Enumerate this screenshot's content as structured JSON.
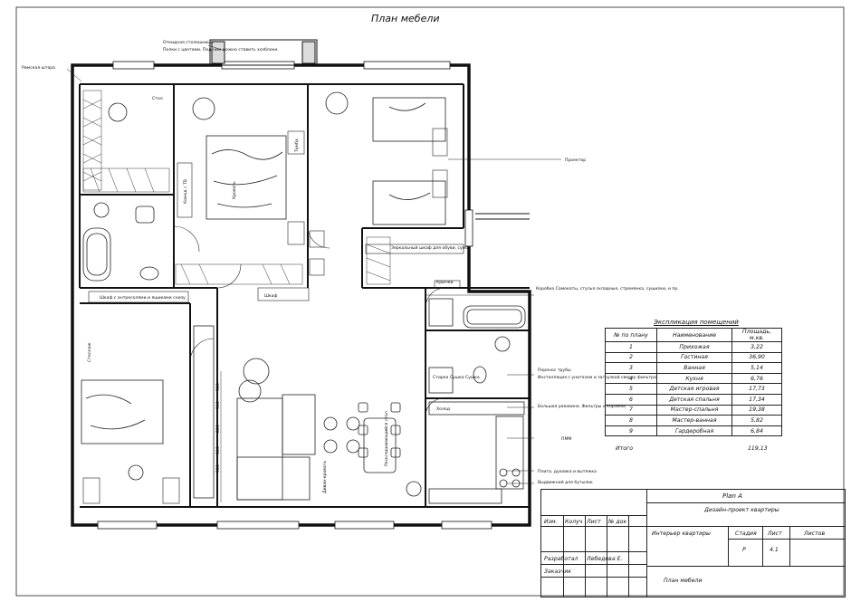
{
  "title": "План мебели",
  "plan_labels": {
    "roman_blind": "Римская штора",
    "folding_tabletop": "Откидная столешница",
    "shelves": "Полки с цветами. Под ним можно ставить хозблоки.",
    "projector": "Проектор",
    "mirror_cabinet": "Зеркальный шкаф для обуви, сумок",
    "hooks": "Крючки",
    "box_shelf": "Коробка Самокаты, стулья складные, стремянка, сушилки, и пр.",
    "pipe_relocation": "Перенос трубы",
    "installation": "Инсталляция с унитазом и загрузкой сверху фильтра",
    "big_sink": "Большая раковина. Фильтры и корзины",
    "dishwasher": "ПММ",
    "stove": "Плита, духовка и вытяжка",
    "drawers_bottles": "Выдвижной для бутылок",
    "wardrobe": "Шкаф",
    "nightstand": "Тумба",
    "table": "Стол",
    "fridge": "Холод",
    "tv": "Комод с ТВ",
    "cabinet_mezz": "Шкаф с антресолями и ящиками снизу",
    "shelving": "Стеллаж",
    "bed": "Кровать",
    "sofa": "Диван-кровать",
    "dining": "Раскладывающийся стол",
    "utility": "Стирка Сушка Сушка",
    "dims": [
      "300",
      "300",
      "800",
      "300",
      "300"
    ]
  },
  "explication": {
    "title": "Экспликация помещений",
    "headers": [
      "№ по плану",
      "Наименование",
      "Площадь, м.кв."
    ],
    "rows": [
      [
        "1",
        "Прихожая",
        "3,22"
      ],
      [
        "2",
        "Гостиная",
        "36,90"
      ],
      [
        "3",
        "Ванная",
        "5,14"
      ],
      [
        "4",
        "Кухня",
        "6,76"
      ],
      [
        "5",
        "Детская игровая",
        "17,73"
      ],
      [
        "6",
        "Детская спальня",
        "17,34"
      ],
      [
        "7",
        "Мастер-спальня",
        "19,38"
      ],
      [
        "8",
        "Мастер-ванная",
        "5,82"
      ],
      [
        "9",
        "Гардеробная",
        "6,84"
      ]
    ],
    "total_label": "Итого",
    "total_value": "119,13"
  },
  "stamp": {
    "plan_name": "Plan A",
    "project": "Дизайн-проект квартиры",
    "col_izm": "Изм.",
    "col_koluch": "Колуч",
    "col_list": "Лист",
    "col_doc": "№ док",
    "interior": "Интерьер квартиры",
    "stage_h": "Стадия",
    "sheet_h": "Лист",
    "sheets_h": "Листов",
    "stage": "Р",
    "sheet": "4.1",
    "developer_label": "Разработал",
    "developer": "Лебедева Е.",
    "customer_label": "Заказчик",
    "drawing_name": "План мебели"
  }
}
